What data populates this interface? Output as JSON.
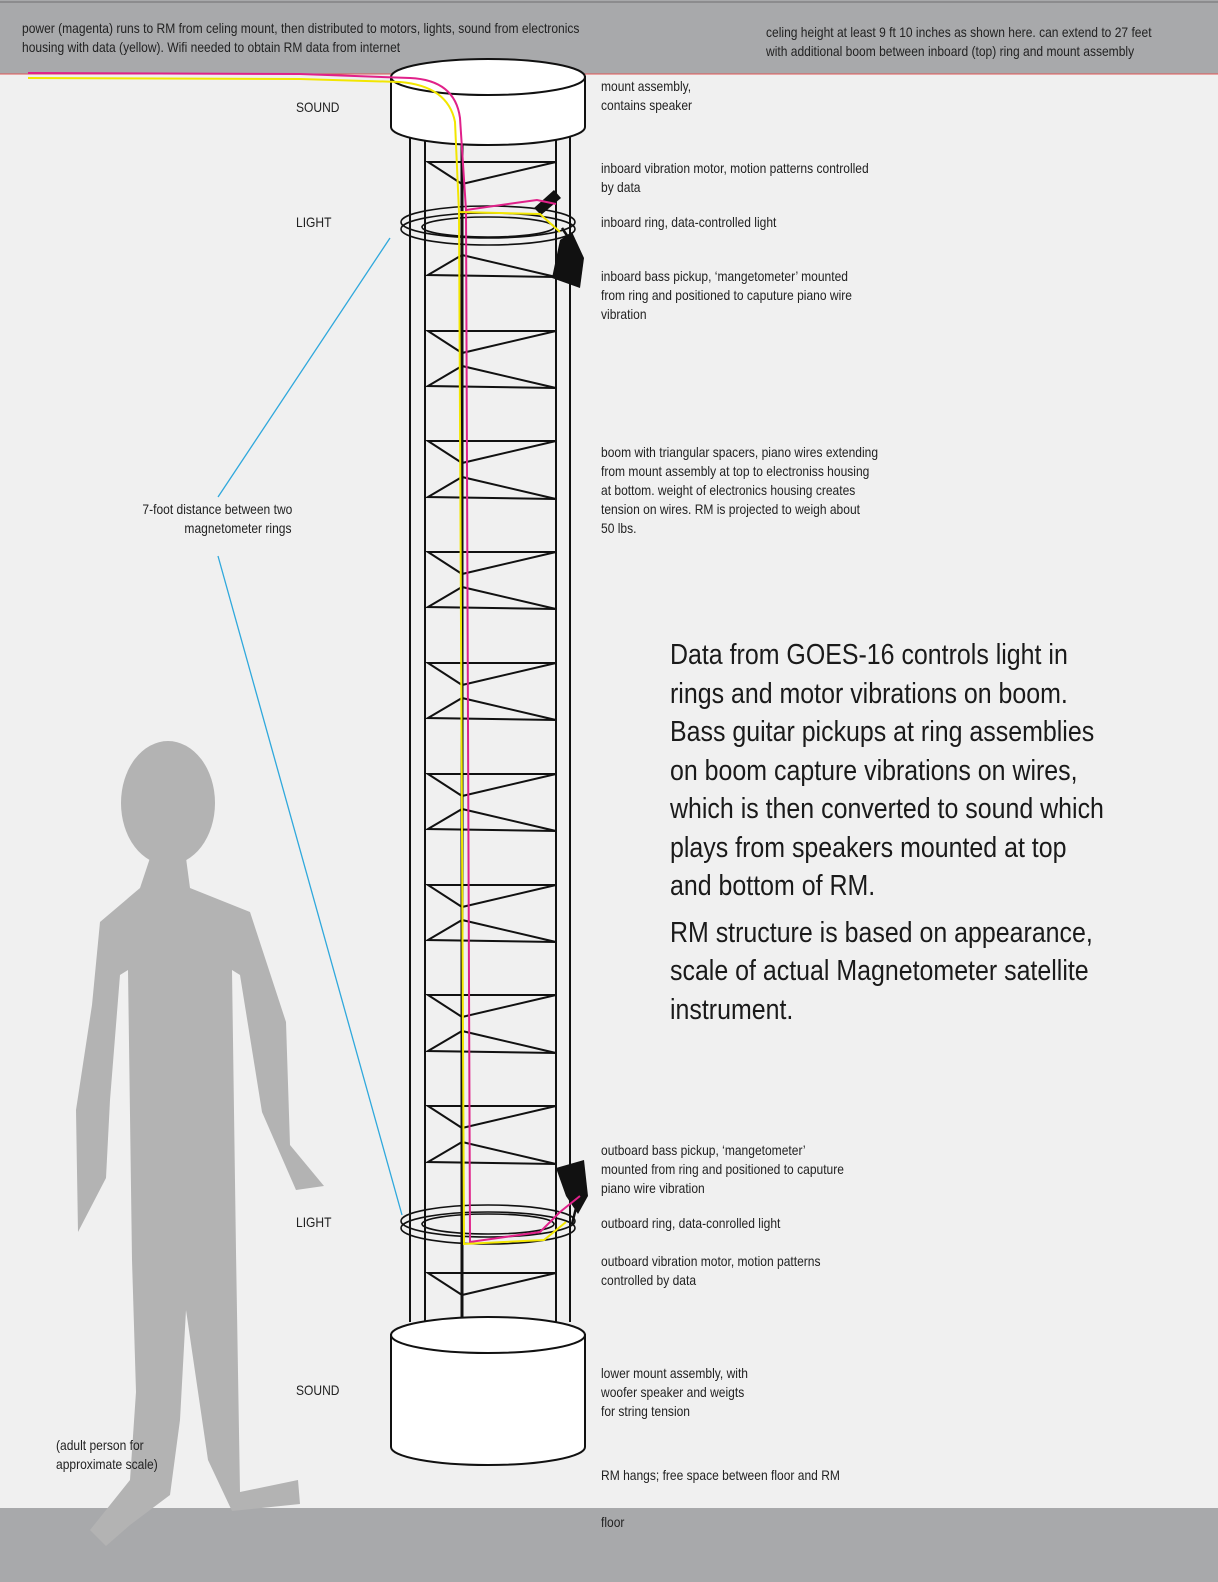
{
  "header": {
    "left_note_line1": "power (magenta) runs to RM from celing mount, then distributed to motors, lights, sound from electronics",
    "left_note_line2": "housing with data (yellow). Wifi needed to obtain RM data from internet",
    "right_note_line1": "celing height at least 9 ft 10 inches as shown here. can extend to 27 feet",
    "right_note_line2": "with additional boom between inboard (top) ring and mount assembly"
  },
  "side_labels": {
    "sound_top": "SOUND",
    "light_top": "LIGHT",
    "light_bottom": "LIGHT",
    "sound_bottom": "SOUND"
  },
  "distance_note": {
    "line1": "7-foot distance between two",
    "line2": "magnetometer rings"
  },
  "annotations": {
    "mount": [
      "mount assembly,",
      "contains speaker"
    ],
    "inboard_motor": [
      "inboard vibration motor, motion patterns controlled",
      "by data"
    ],
    "inboard_ring": [
      "inboard ring, data-controlled light"
    ],
    "inboard_pickup": [
      "inboard bass pickup, ‘mangetometer’ mounted",
      "from ring and positioned to caputure piano wire",
      "vibration"
    ],
    "boom": [
      "boom with triangular spacers, piano wires extending",
      "from mount assembly at top to electroniss housing",
      "at bottom. weight of electronics housing creates",
      "tension on wires. RM is projected to weigh about",
      "50 lbs."
    ],
    "outboard_pickup": [
      "outboard bass pickup, ‘mangetometer’",
      "mounted from ring and positioned to caputure",
      "piano wire vibration"
    ],
    "outboard_ring": [
      "outboard ring, data-conrolled light"
    ],
    "outboard_motor": [
      "outboard vibration motor, motion patterns",
      "controlled by data"
    ],
    "lower_mount": [
      "lower mount assembly, with",
      "woofer speaker and weigts",
      "for string tension"
    ],
    "hangs": [
      "RM hangs; free space between floor and RM"
    ]
  },
  "description": {
    "para1": [
      "Data from GOES-16 controls light in",
      "rings and motor vibrations on boom.",
      "Bass guitar pickups at ring assemblies",
      "on boom capture vibrations on wires,",
      "which is then converted to sound which",
      "plays from speakers mounted at top",
      "and bottom of RM."
    ],
    "para2": [
      "RM structure is based on appearance,",
      "scale of actual Magnetometer satellite",
      "instrument."
    ]
  },
  "person_note": [
    "(adult person for",
    "approximate scale)"
  ],
  "floor_label": "floor",
  "colors": {
    "background": "#f0f0f0",
    "band": "#a8a9ab",
    "power": "#e0218a",
    "data": "#f2e600",
    "pointer": "#2fa8dc",
    "person": "#b3b3b3"
  }
}
